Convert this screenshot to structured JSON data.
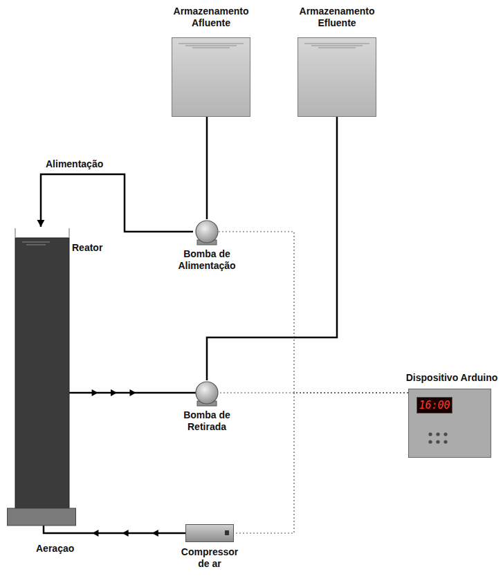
{
  "diagram": {
    "nodes": [
      {
        "text": [
          "Armazenamento Afluente"
        ]
      },
      {
        "text": [
          "Armazenamento Efluente"
        ]
      },
      {
        "text": [
          "Reator"
        ]
      },
      {
        "text": [
          "Bomba de Alimentação"
        ]
      },
      {
        "text": [
          "Bomba de Retirada"
        ]
      },
      {
        "text": [
          "Dispositivo Arduino",
          "16:00"
        ]
      },
      {
        "text": [
          "Compressor de ar"
        ]
      }
    ],
    "edges": [
      {
        "from": 0,
        "to": 3,
        "arrow": "none"
      },
      {
        "from": 3,
        "to": 2,
        "label": "Alimentação",
        "arrow": "to"
      },
      {
        "from": 2,
        "to": 4,
        "arrow": "to"
      },
      {
        "from": 4,
        "to": 1,
        "arrow": "none"
      },
      {
        "from": 6,
        "to": 2,
        "label": "Aeraçao",
        "arrow": "to"
      },
      {
        "from": 5,
        "to": 3,
        "arrow": "none"
      },
      {
        "from": 5,
        "to": 4,
        "arrow": "none"
      },
      {
        "from": 5,
        "to": 6,
        "arrow": "none"
      }
    ]
  }
}
